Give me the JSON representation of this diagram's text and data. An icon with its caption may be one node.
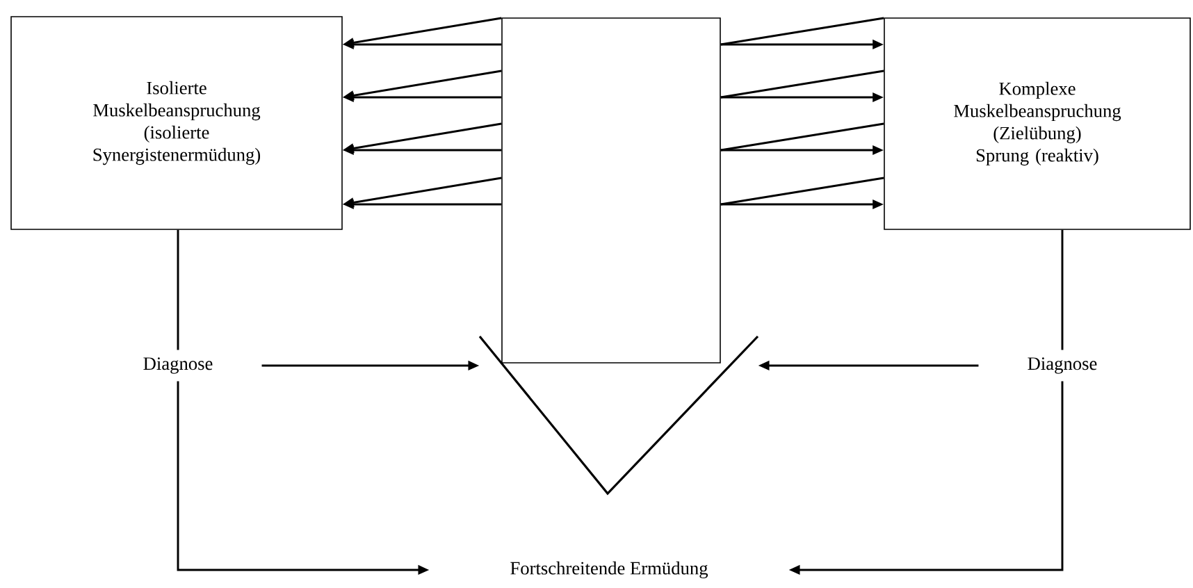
{
  "diagram": {
    "nodes": [
      {
        "text": [
          "Isolierte Muskelbeanspruchung (isolierte Synergistenermüdung)"
        ]
      },
      {
        "text": [],
        "shape": "box"
      },
      {
        "text": [
          "Komplexe Muskelbeanspruchung (Zielübung) Sprung (reaktiv)"
        ]
      },
      {
        "text": [
          "Diagnose"
        ]
      },
      {
        "text": [
          "Diagnose"
        ]
      },
      {
        "text": [],
        "shape": "wedge"
      },
      {
        "text": [
          "Fortschreitende Ermüdung"
        ]
      }
    ],
    "edges": [
      {
        "from": 1,
        "to": 0,
        "arrow": "to"
      },
      {
        "from": 1,
        "to": 0,
        "arrow": "to"
      },
      {
        "from": 1,
        "to": 0,
        "arrow": "to"
      },
      {
        "from": 1,
        "to": 0,
        "arrow": "to"
      },
      {
        "from": 1,
        "to": 0,
        "arrow": "to"
      },
      {
        "from": 1,
        "to": 0,
        "arrow": "to"
      },
      {
        "from": 1,
        "to": 0,
        "arrow": "to"
      },
      {
        "from": 1,
        "to": 0,
        "arrow": "to"
      },
      {
        "from": 1,
        "to": 2,
        "arrow": "none"
      },
      {
        "from": 1,
        "to": 2,
        "arrow": "to"
      },
      {
        "from": 1,
        "to": 2,
        "arrow": "none"
      },
      {
        "from": 1,
        "to": 2,
        "arrow": "to"
      },
      {
        "from": 1,
        "to": 2,
        "arrow": "none"
      },
      {
        "from": 1,
        "to": 2,
        "arrow": "to"
      },
      {
        "from": 1,
        "to": 2,
        "arrow": "none"
      },
      {
        "from": 1,
        "to": 2,
        "arrow": "to"
      },
      {
        "from": 0,
        "to": 3,
        "arrow": "none"
      },
      {
        "from": 2,
        "to": 4,
        "arrow": "none"
      },
      {
        "from": 3,
        "to": 5,
        "arrow": "to"
      },
      {
        "from": 4,
        "to": 5,
        "arrow": "to"
      },
      {
        "from": 3,
        "to": 6,
        "arrow": "to"
      },
      {
        "from": 4,
        "to": 6,
        "arrow": "to"
      }
    ]
  }
}
